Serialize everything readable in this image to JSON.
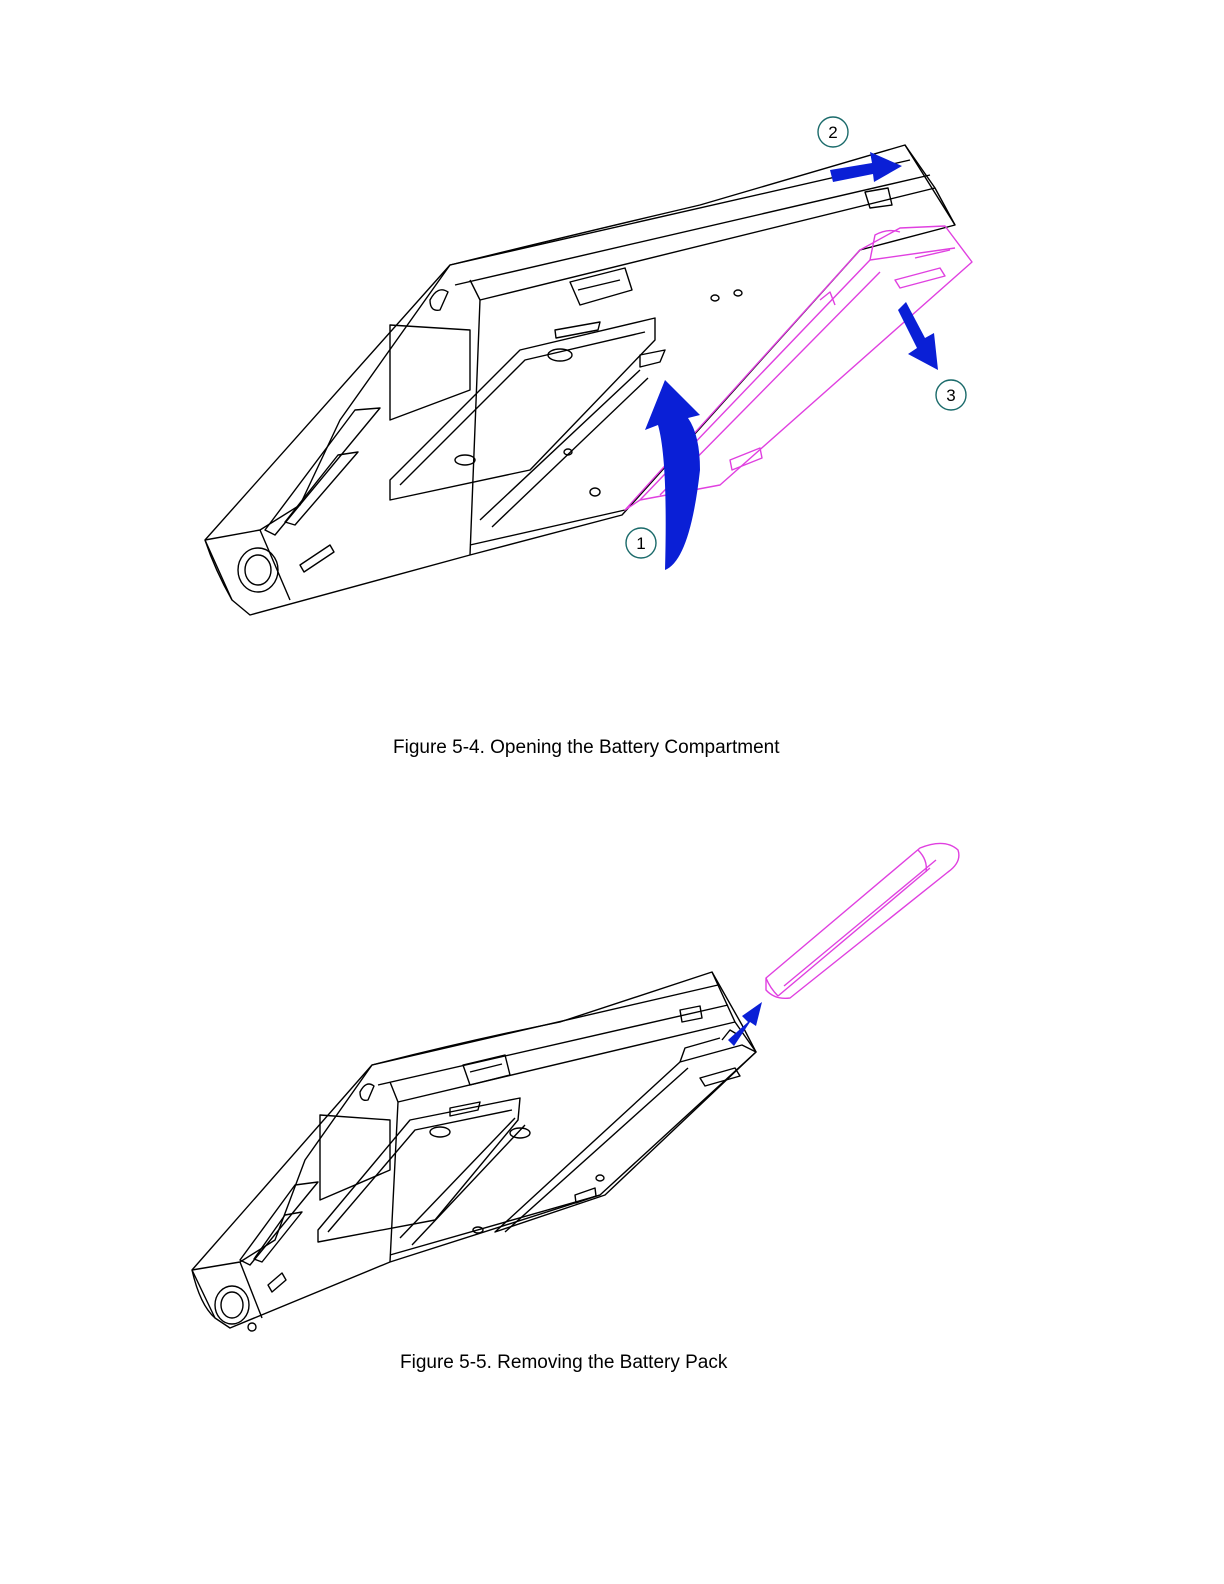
{
  "figures": [
    {
      "caption": "Figure 5-4. Opening the Battery Compartment",
      "callouts": [
        "1",
        "2",
        "3"
      ]
    },
    {
      "caption": "Figure 5-5. Removing the Battery Pack"
    }
  ],
  "colors": {
    "outline": "#000000",
    "battery": "#e040e0",
    "arrow": "#0a1fd6",
    "callout": "#1a6a6a"
  }
}
